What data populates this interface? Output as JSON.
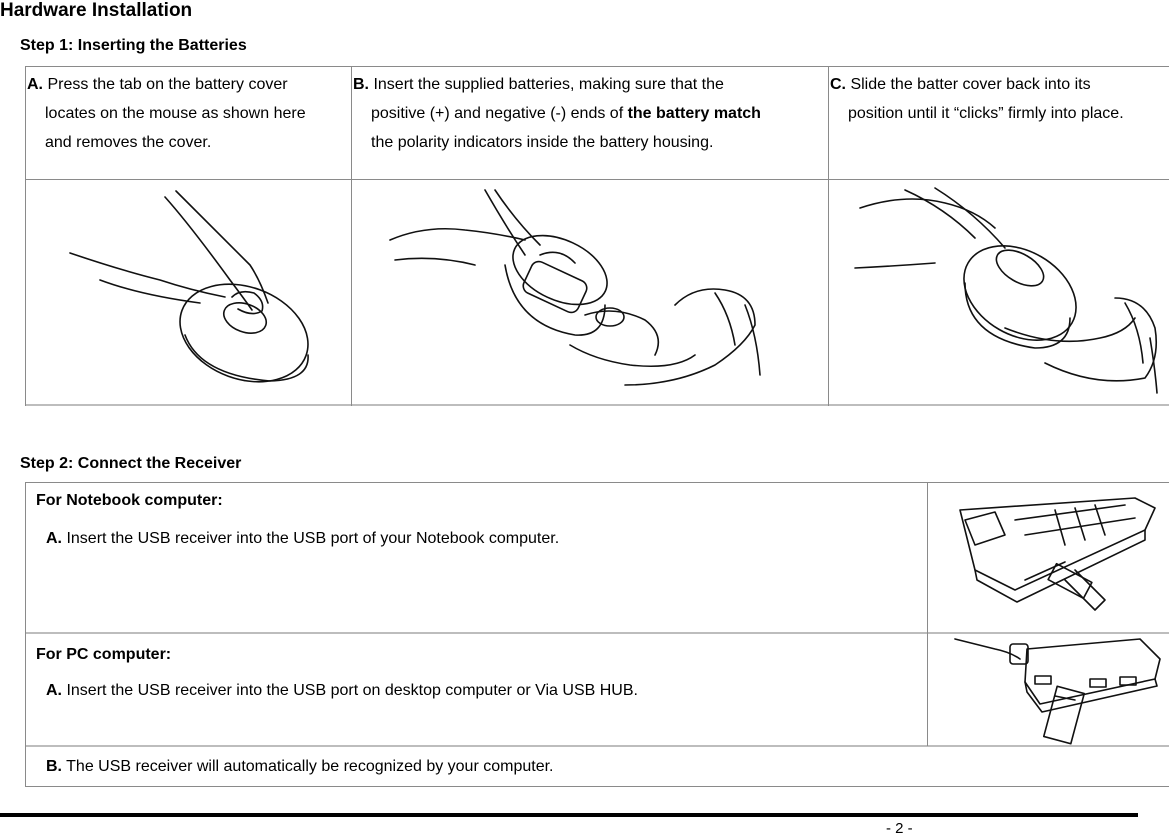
{
  "document": {
    "title": "Hardware Installation",
    "page_number": "- 2 -"
  },
  "step1": {
    "heading": "Step 1: Inserting the Batteries",
    "col_a": {
      "marker": "A.",
      "line1": " Press the tab on the battery cover",
      "line2": "locates on the mouse as shown here",
      "line3": "and removes the cover."
    },
    "col_b": {
      "marker": "B.",
      "line1": " Insert the supplied batteries, making sure that the",
      "line2_pre": "positive (+) and negative (-) ends of ",
      "line2_bold": "the battery match",
      "line3": "the polarity indicators inside the battery housing."
    },
    "col_c": {
      "marker": "C.",
      "line1": " Slide the batter cover back into its",
      "line2": "position until it “clicks” firmly into place."
    },
    "illustrations": [
      "finger-pressing-mouse",
      "inserting-batteries",
      "sliding-cover"
    ]
  },
  "step2": {
    "heading": "Step 2: Connect the Receiver",
    "notebook": {
      "heading": "For Notebook computer:",
      "marker": "A.",
      "text": " Insert the USB receiver into the USB port of your Notebook computer."
    },
    "pc": {
      "heading": "For PC computer:",
      "marker": "A.",
      "text": " Insert the USB receiver into the USB port on desktop computer or Via USB HUB."
    },
    "auto": {
      "marker": "B.",
      "text": " The USB receiver will automatically be recognized by your computer."
    }
  }
}
